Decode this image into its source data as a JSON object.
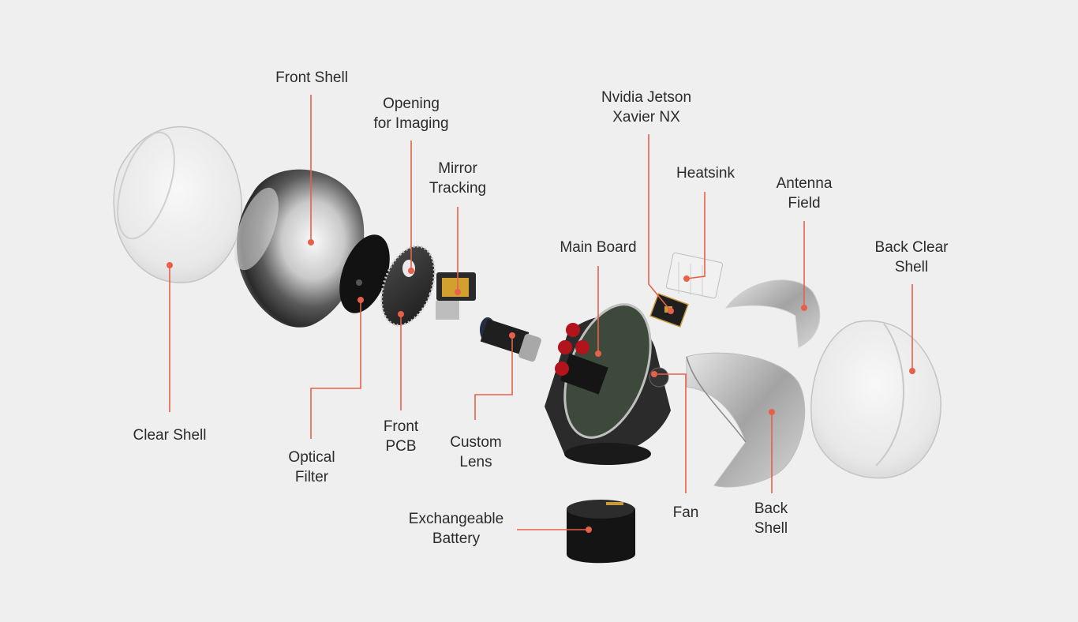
{
  "diagram": {
    "callout_color": "#e8604a",
    "labels": {
      "front_shell": [
        "Front Shell"
      ],
      "opening_for_imaging": [
        "Opening",
        "for Imaging"
      ],
      "mirror_tracking": [
        "Mirror",
        "Tracking"
      ],
      "nvidia_jetson": [
        "Nvidia Jetson",
        "Xavier NX"
      ],
      "heatsink": [
        "Heatsink"
      ],
      "antenna_field": [
        "Antenna",
        "Field"
      ],
      "main_board": [
        "Main Board"
      ],
      "back_clear_shell": [
        "Back Clear",
        "Shell"
      ],
      "clear_shell": [
        "Clear Shell"
      ],
      "optical_filter": [
        "Optical",
        "Filter"
      ],
      "front_pcb": [
        "Front",
        "PCB"
      ],
      "custom_lens": [
        "Custom",
        "Lens"
      ],
      "exchangeable_battery": [
        "Exchangeable",
        "Battery"
      ],
      "fan": [
        "Fan"
      ],
      "back_shell": [
        "Back",
        "Shell"
      ]
    }
  }
}
